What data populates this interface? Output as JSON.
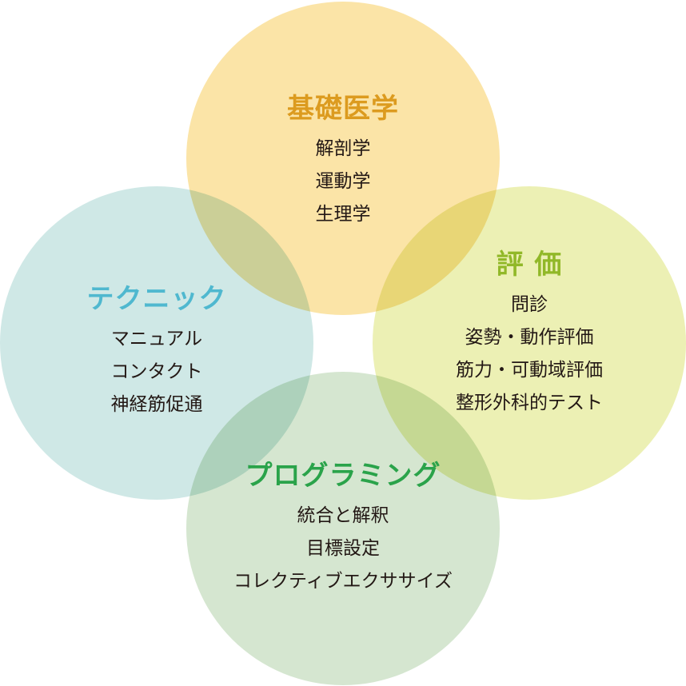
{
  "colors": {
    "top_fill": "#fbe4a7",
    "left_fill": "#cfe8e6",
    "right_fill": "#ecf0b4",
    "bottom_fill": "#d5e6d0",
    "top_title": "#dc9b1f",
    "left_title": "#4fb8cf",
    "right_title": "#91b828",
    "bottom_title": "#2aa34a"
  },
  "groups": {
    "top": {
      "title": "基礎医学",
      "items": [
        "解剖学",
        "運動学",
        "生理学"
      ]
    },
    "left": {
      "title": "テクニック",
      "items": [
        "マニュアル",
        "コンタクト",
        "神経筋促通"
      ]
    },
    "right": {
      "title": "評 価",
      "items": [
        "問診",
        "姿勢・動作評価",
        "筋力・可動域評価",
        "整形外科的テスト"
      ]
    },
    "bottom": {
      "title": "プログラミング",
      "items": [
        "統合と解釈",
        "目標設定",
        "コレクティブエクササイズ"
      ]
    }
  }
}
